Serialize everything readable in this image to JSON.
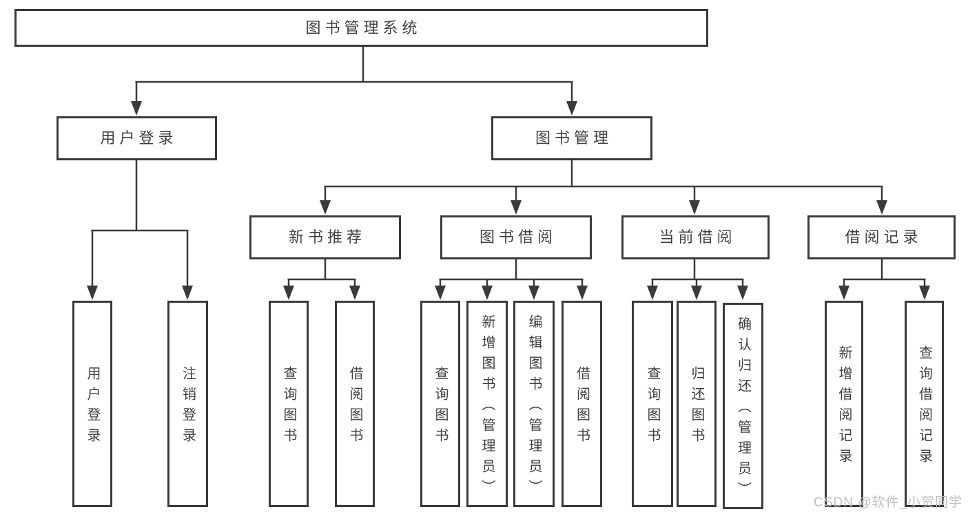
{
  "diagram": {
    "type": "tree",
    "title": "图书管理系统",
    "nodes": {
      "root": "图书管理系统",
      "user_login": "用户登录",
      "book_mgmt": "图书管理",
      "new_rec": "新书推荐",
      "book_borrow": "图书借阅",
      "cur_borrow": "当前借阅",
      "borrow_rec": "借阅记录",
      "login": "用户登录",
      "logout": "注销登录",
      "rec_query": "查询图书",
      "rec_borrow": "借阅图书",
      "bb_query": "查询图书",
      "bb_add": "新增图书（管理员）",
      "bb_edit": "编辑图书（管理员）",
      "bb_borrow": "借阅图书",
      "cb_query": "查询图书",
      "cb_return": "归还图书",
      "cb_confirm": "确认归还（管理员）",
      "br_add": "新增借阅记录",
      "br_query": "查询借阅记录"
    },
    "edges": [
      [
        "root",
        "user_login"
      ],
      [
        "root",
        "book_mgmt"
      ],
      [
        "user_login",
        "login"
      ],
      [
        "user_login",
        "logout"
      ],
      [
        "book_mgmt",
        "new_rec"
      ],
      [
        "book_mgmt",
        "book_borrow"
      ],
      [
        "book_mgmt",
        "cur_borrow"
      ],
      [
        "book_mgmt",
        "borrow_rec"
      ],
      [
        "new_rec",
        "rec_query"
      ],
      [
        "new_rec",
        "rec_borrow"
      ],
      [
        "book_borrow",
        "bb_query"
      ],
      [
        "book_borrow",
        "bb_add"
      ],
      [
        "book_borrow",
        "bb_edit"
      ],
      [
        "book_borrow",
        "bb_borrow"
      ],
      [
        "cur_borrow",
        "cb_query"
      ],
      [
        "cur_borrow",
        "cb_return"
      ],
      [
        "cur_borrow",
        "cb_confirm"
      ],
      [
        "borrow_rec",
        "br_add"
      ],
      [
        "borrow_rec",
        "br_query"
      ]
    ],
    "colors": {
      "line": "#3a3a3a",
      "box_border": "#3a3a3a",
      "text": "#404040",
      "watermark": "#bfbfbf",
      "background": "#ffffff"
    },
    "watermark": "CSDN @软件_小贺同学"
  }
}
